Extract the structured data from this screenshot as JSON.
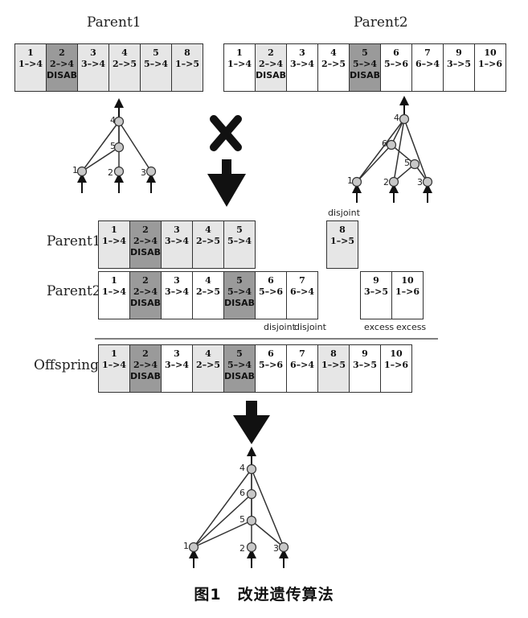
{
  "labels": {
    "parent1_title": "Parent1",
    "parent2_title": "Parent2",
    "parent1_row": "Parent1",
    "parent2_row": "Parent2",
    "offspring_row": "Offspring",
    "disjoint": "disjoint",
    "excess": "excess",
    "caption": "图1　改进遗传算法"
  },
  "colors": {
    "light": "#e6e6e6",
    "dark": "#9a9a9a",
    "white": "#ffffff"
  },
  "parent1_top": [
    {
      "num": "1",
      "conn": "1–>4",
      "dis": "",
      "shade": "light"
    },
    {
      "num": "2",
      "conn": "2–>4",
      "dis": "DISAB",
      "shade": "dark"
    },
    {
      "num": "3",
      "conn": "3–>4",
      "dis": "",
      "shade": "light"
    },
    {
      "num": "4",
      "conn": "2–>5",
      "dis": "",
      "shade": "light"
    },
    {
      "num": "5",
      "conn": "5–>4",
      "dis": "",
      "shade": "light"
    },
    {
      "num": "8",
      "conn": "1–>5",
      "dis": "",
      "shade": "light"
    }
  ],
  "parent2_top": [
    {
      "num": "1",
      "conn": "1–>4",
      "dis": "",
      "shade": "white"
    },
    {
      "num": "2",
      "conn": "2–>4",
      "dis": "DISAB",
      "shade": "light"
    },
    {
      "num": "3",
      "conn": "3–>4",
      "dis": "",
      "shade": "white"
    },
    {
      "num": "4",
      "conn": "2–>5",
      "dis": "",
      "shade": "white"
    },
    {
      "num": "5",
      "conn": "5–>4",
      "dis": "DISAB",
      "shade": "dark"
    },
    {
      "num": "6",
      "conn": "5–>6",
      "dis": "",
      "shade": "white"
    },
    {
      "num": "7",
      "conn": "6–>4",
      "dis": "",
      "shade": "white"
    },
    {
      "num": "9",
      "conn": "3–>5",
      "dis": "",
      "shade": "white"
    },
    {
      "num": "10",
      "conn": "1–>6",
      "dis": "",
      "shade": "white"
    }
  ],
  "parent1_aligned": [
    {
      "num": "1",
      "conn": "1–>4",
      "dis": "",
      "shade": "light"
    },
    {
      "num": "2",
      "conn": "2–>4",
      "dis": "DISAB",
      "shade": "dark"
    },
    {
      "num": "3",
      "conn": "3–>4",
      "dis": "",
      "shade": "light"
    },
    {
      "num": "4",
      "conn": "2–>5",
      "dis": "",
      "shade": "light"
    },
    {
      "num": "5",
      "conn": "5–>4",
      "dis": "",
      "shade": "light"
    }
  ],
  "parent1_extra": {
    "num": "8",
    "conn": "1–>5",
    "dis": "",
    "shade": "light"
  },
  "parent2_aligned": [
    {
      "num": "1",
      "conn": "1–>4",
      "dis": "",
      "shade": "white"
    },
    {
      "num": "2",
      "conn": "2–>4",
      "dis": "DISAB",
      "shade": "dark"
    },
    {
      "num": "3",
      "conn": "3–>4",
      "dis": "",
      "shade": "white"
    },
    {
      "num": "4",
      "conn": "2–>5",
      "dis": "",
      "shade": "white"
    },
    {
      "num": "5",
      "conn": "5–>4",
      "dis": "DISAB",
      "shade": "dark"
    },
    {
      "num": "6",
      "conn": "5–>6",
      "dis": "",
      "shade": "white"
    },
    {
      "num": "7",
      "conn": "6–>4",
      "dis": "",
      "shade": "white"
    }
  ],
  "parent2_excess": [
    {
      "num": "9",
      "conn": "3–>5",
      "dis": "",
      "shade": "white"
    },
    {
      "num": "10",
      "conn": "1–>6",
      "dis": "",
      "shade": "white"
    }
  ],
  "offspring": [
    {
      "num": "1",
      "conn": "1–>4",
      "dis": "",
      "shade": "light"
    },
    {
      "num": "2",
      "conn": "2–>4",
      "dis": "DISAB",
      "shade": "dark"
    },
    {
      "num": "3",
      "conn": "3–>4",
      "dis": "",
      "shade": "white"
    },
    {
      "num": "4",
      "conn": "2–>5",
      "dis": "",
      "shade": "light"
    },
    {
      "num": "5",
      "conn": "5–>4",
      "dis": "DISAB",
      "shade": "dark"
    },
    {
      "num": "6",
      "conn": "5–>6",
      "dis": "",
      "shade": "white"
    },
    {
      "num": "7",
      "conn": "6–>4",
      "dis": "",
      "shade": "white"
    },
    {
      "num": "8",
      "conn": "1–>5",
      "dis": "",
      "shade": "light"
    },
    {
      "num": "9",
      "conn": "3–>5",
      "dis": "",
      "shade": "white"
    },
    {
      "num": "10",
      "conn": "1–>6",
      "dis": "",
      "shade": "white"
    }
  ],
  "networks": {
    "parent1": {
      "node_labels": [
        "1",
        "2",
        "3",
        "4",
        "5"
      ]
    },
    "parent2": {
      "node_labels": [
        "1",
        "2",
        "3",
        "4",
        "5",
        "6"
      ]
    },
    "offspring": {
      "node_labels": [
        "1",
        "2",
        "3",
        "4",
        "5",
        "6"
      ]
    }
  }
}
